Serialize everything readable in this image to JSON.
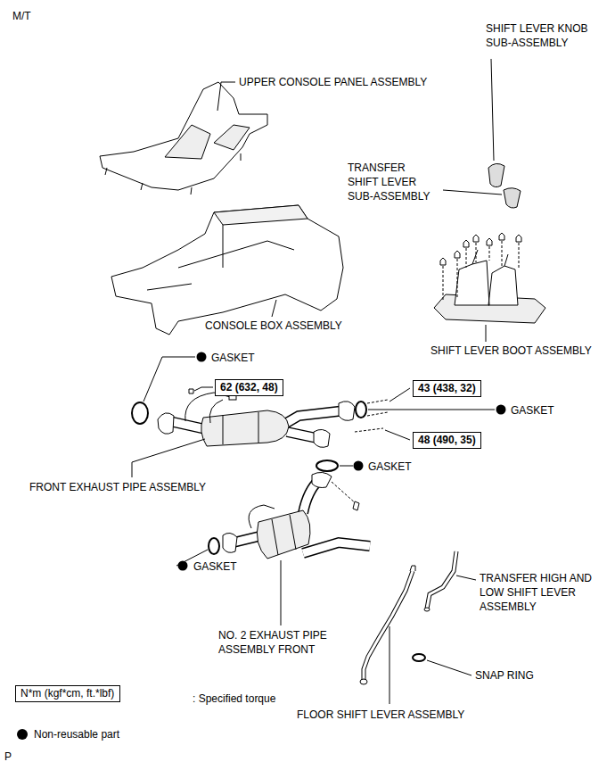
{
  "diagram": {
    "nodes": [
      {
        "text": [
          "62 (632, 48)"
        ]
      },
      {
        "text": [
          "43 (438, 32)"
        ]
      },
      {
        "text": [
          "48 (490, 35)"
        ]
      },
      {
        "text": [
          "N*m (kgf*cm, ft.*lbf)"
        ]
      }
    ],
    "labels": [
      "M/T",
      "UPPER CONSOLE PANEL ASSEMBLY",
      "SHIFT LEVER KNOB SUB-ASSEMBLY",
      "TRANSFER SHIFT LEVER SUB-ASSEMBLY",
      "CONSOLE BOX ASSEMBLY",
      "SHIFT LEVER BOOT ASSEMBLY",
      "GASKET",
      "GASKET",
      "GASKET",
      "FRONT EXHAUST PIPE ASSEMBLY",
      "GASKET",
      "TRANSFER HIGH AND LOW SHIFT LEVER ASSEMBLY",
      "NO. 2 EXHAUST PIPE ASSEMBLY FRONT",
      "SNAP RING",
      "FLOOR SHIFT LEVER ASSEMBLY",
      ": Specified torque",
      "P"
    ],
    "legend": [
      {
        "text": "Non-reusable part",
        "color": "#000000"
      }
    ]
  }
}
